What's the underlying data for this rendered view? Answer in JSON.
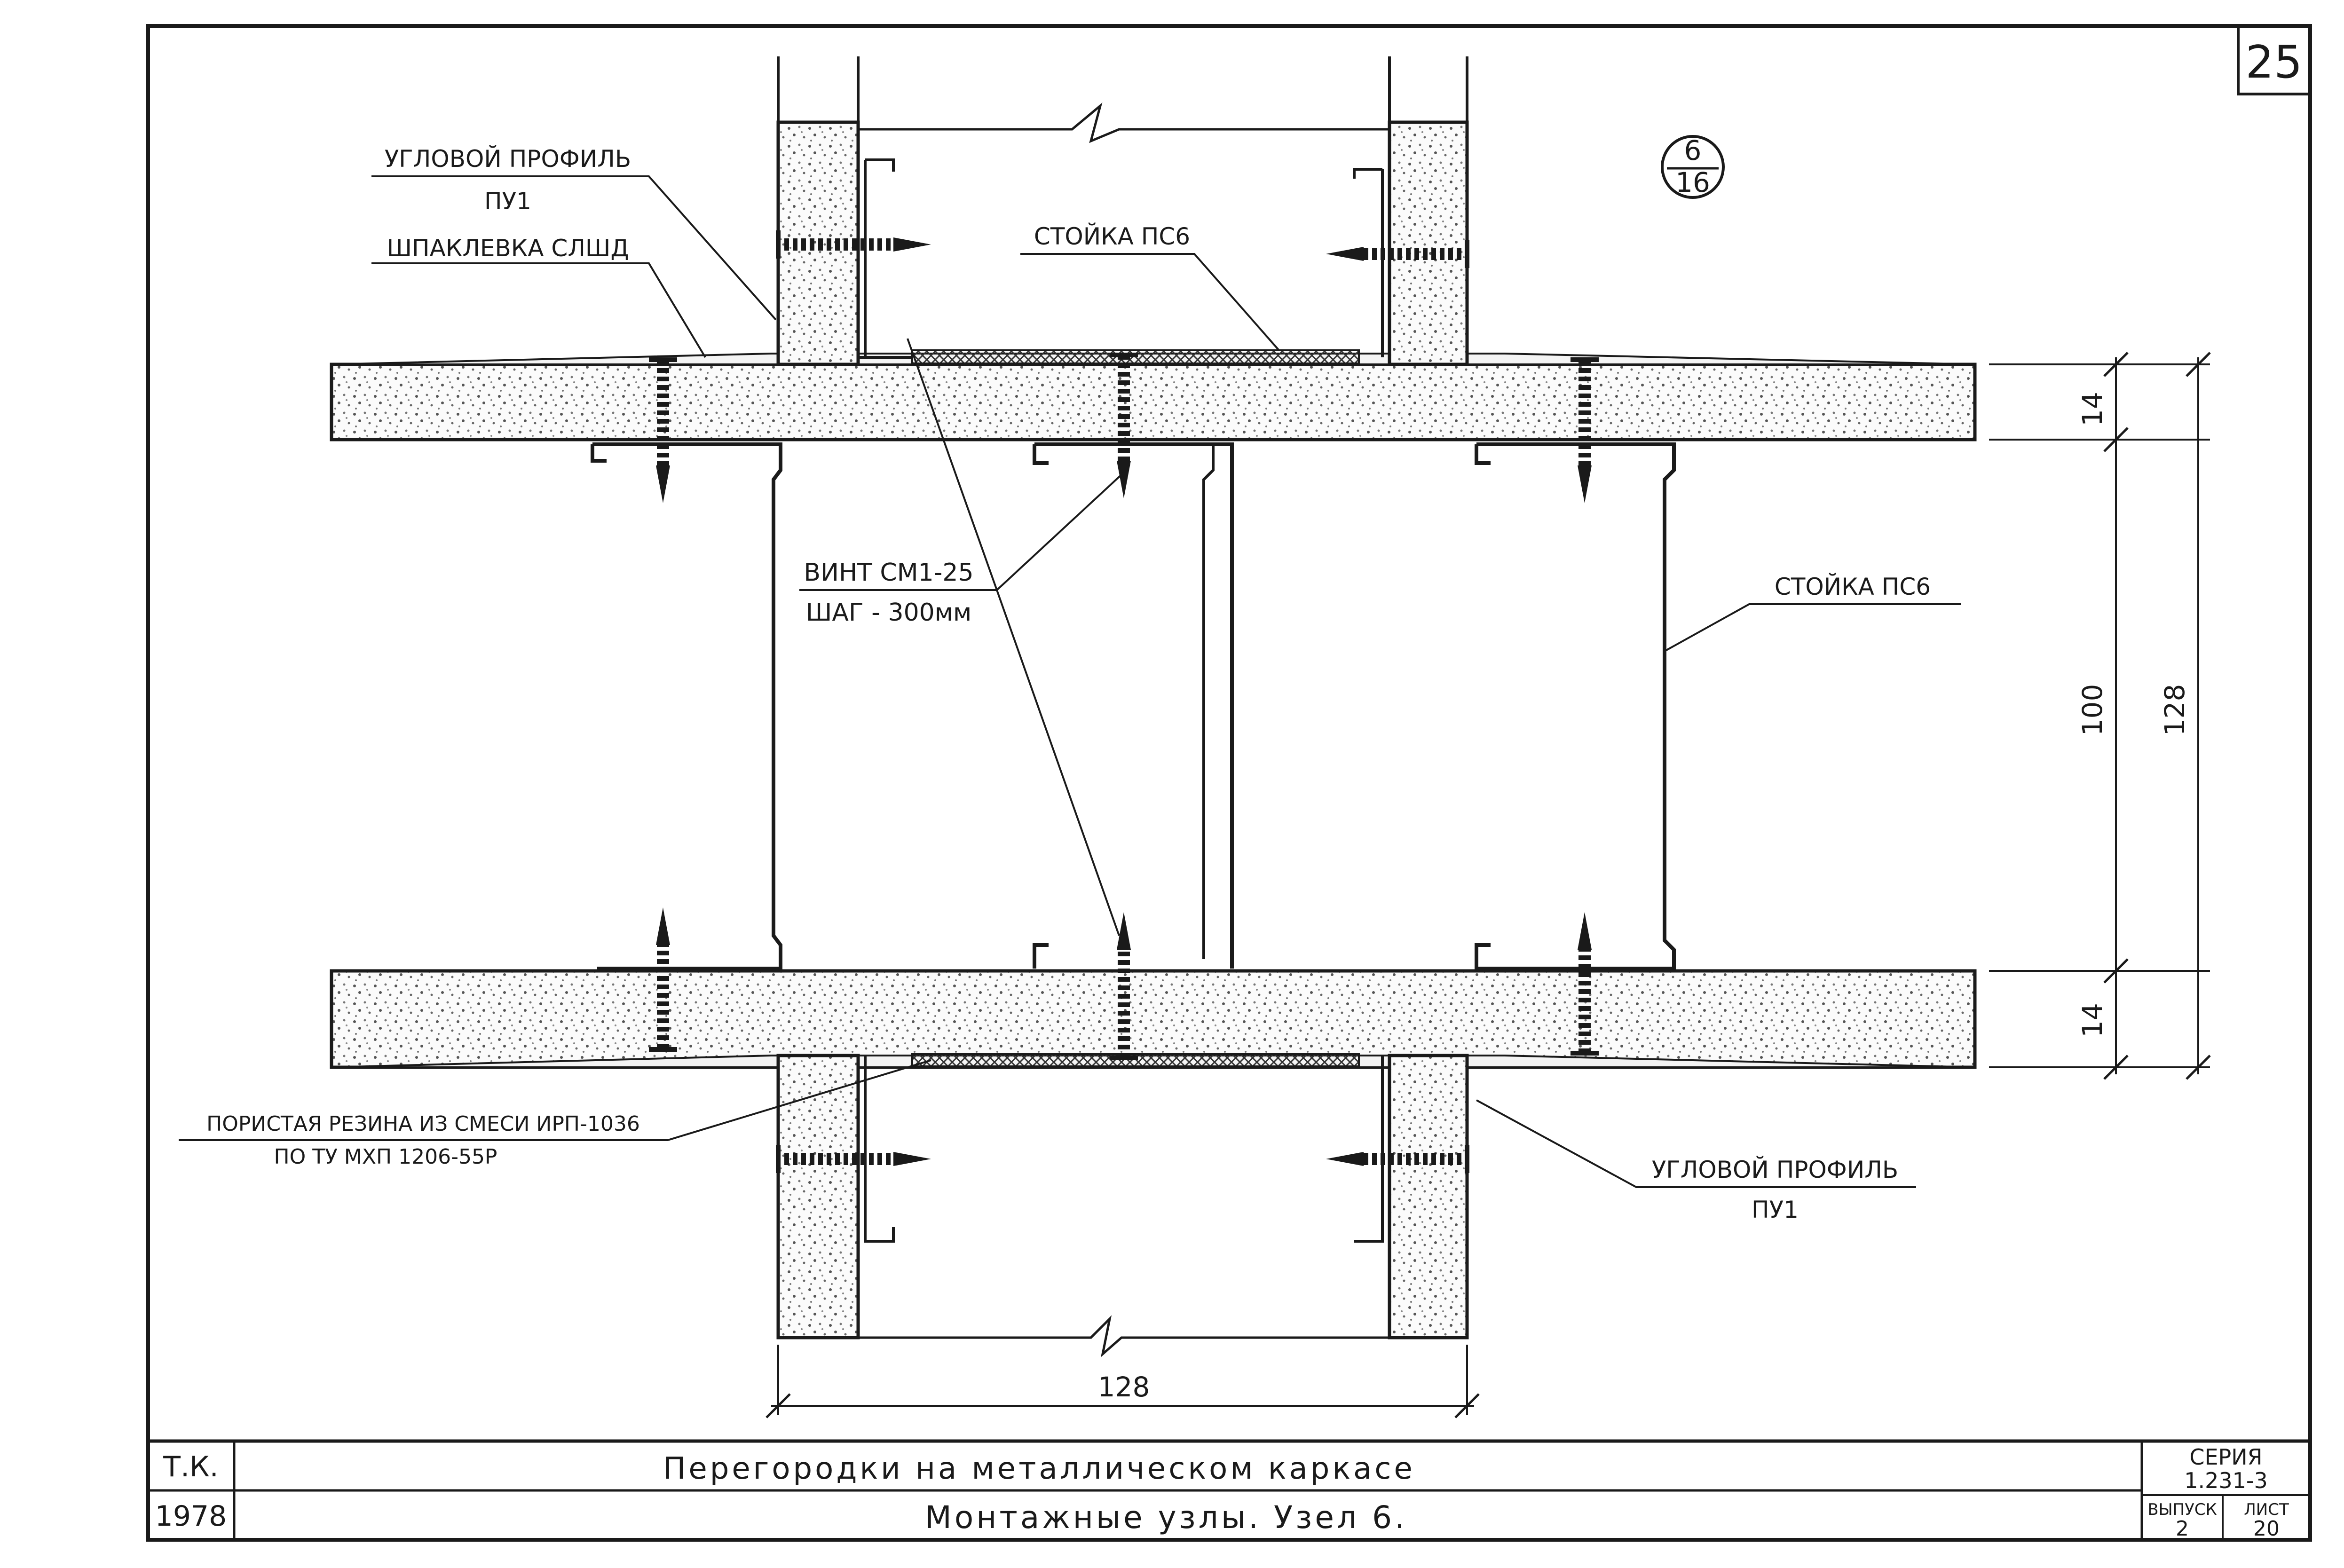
{
  "sheet_number": "25",
  "node_ref": {
    "top": "6",
    "bottom": "16"
  },
  "callouts": {
    "corner_profile_top": {
      "line1": "УГЛОВОЙ ПРОФИЛЬ",
      "line2": "ПУ1"
    },
    "putty": "ШПАКЛЕВКА СЛШД",
    "stud_top": "СТОЙКА ПС6",
    "screw": {
      "line1": "ВИНТ СМ1-25",
      "line2": "ШАГ - 300мм"
    },
    "stud_right": "СТОЙКА ПС6",
    "rubber": {
      "line1": "ПОРИСТАЯ РЕЗИНА ИЗ СМЕСИ ИРП-1036",
      "line2": "ПО ТУ МХП 1206-55Р"
    },
    "corner_profile_bottom": {
      "line1": "УГЛОВОЙ ПРОФИЛЬ",
      "line2": "ПУ1"
    }
  },
  "dimensions": {
    "top_sheet": "14",
    "stud": "100",
    "overall": "128",
    "bottom_sheet": "14",
    "bottom_width": "128"
  },
  "title_block": {
    "org": "Т.К.",
    "year": "1978",
    "title": "Перегородки на металлическом каркасе",
    "subtitle": "Монтажные узлы. Узел 6.",
    "series_label": "СЕРИЯ",
    "series_value": "1.231-3",
    "issue_label": "ВЫПУСК",
    "issue_value": "2",
    "sheet_label": "ЛИСТ",
    "sheet_value": "20"
  }
}
